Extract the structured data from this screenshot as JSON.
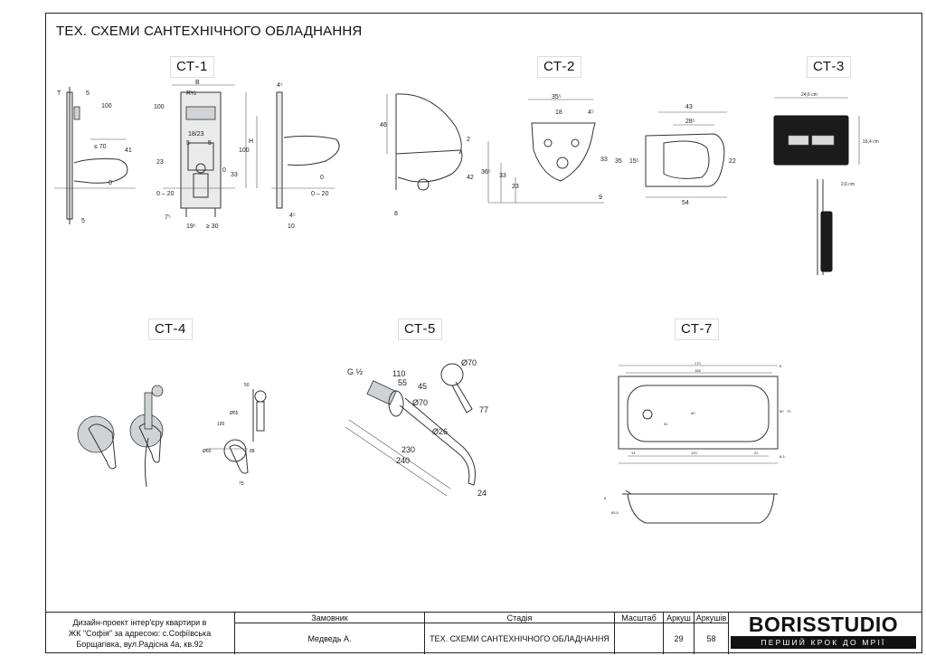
{
  "sheet": {
    "title": "ТЕХ. СХЕМИ САНТЕХНІЧНОГО ОБЛАДНАННЯ"
  },
  "schemes": {
    "ct1": {
      "label": "СТ-1",
      "dims": [
        "T",
        "5",
        "100",
        "≤ 70",
        "41",
        "0",
        "5",
        "B",
        "R½",
        "100",
        "18/23",
        "5",
        "5",
        "23",
        "0 – 20",
        "100",
        "H",
        "33",
        "0",
        "7⁵",
        "19⁵",
        "≥ 30",
        "4⁵",
        "4⁵",
        "10",
        "0",
        "0 – 20"
      ]
    },
    "ct2": {
      "label": "СТ-2",
      "dims": [
        "46",
        "2",
        "42",
        "8",
        "35⁵",
        "18",
        "4⁵",
        "36⁵",
        "33",
        "23",
        "33",
        "9",
        "43",
        "28⁵",
        "35",
        "15⁵",
        "22",
        "54"
      ]
    },
    "ct3": {
      "label": "СТ-3",
      "dims": [
        "24,6 cm",
        "16,4 cm",
        "2,6 cm"
      ]
    },
    "ct4": {
      "label": "СТ-4",
      "dims": [
        "50",
        "Ø55",
        "100",
        "Ø60",
        "88",
        "75"
      ]
    },
    "ct5": {
      "label": "СТ-5",
      "dims": [
        "G ½",
        "110",
        "Ø70",
        "55",
        "45",
        "Ø70",
        "77",
        "Ø26",
        "230",
        "240",
        "24"
      ]
    },
    "ct7": {
      "label": "СТ-7",
      "dims": [
        "170",
        "155",
        "6",
        "60",
        "80",
        "70",
        "51",
        "13",
        "120",
        "22",
        "6,5",
        "5",
        "65,5"
      ]
    }
  },
  "title_block": {
    "project_line1": "Дизайн-проект інтер'єру квартири в",
    "project_line2": "ЖК \"Софія\" за адресою: с.Софіївська",
    "project_line3": "Борщагівка, вул.Радісна 4а, кв.92",
    "customer_header": "Замовник",
    "customer_value": "Медведь А.",
    "stage_header": "Стадія",
    "stage_value": "ТЕХ. СХЕМИ САНТЕХНІЧНОГО ОБЛАДНАННЯ",
    "scale_header": "Масштаб",
    "scale_value": "",
    "sheet_header": "Аркуш",
    "sheet_value": "29",
    "sheets_header": "Аркушів",
    "sheets_value": "58"
  },
  "logo": {
    "name": "BORISSTUDIO",
    "tagline": "ПЕРШИЙ КРОК ДО МРІЇ"
  }
}
